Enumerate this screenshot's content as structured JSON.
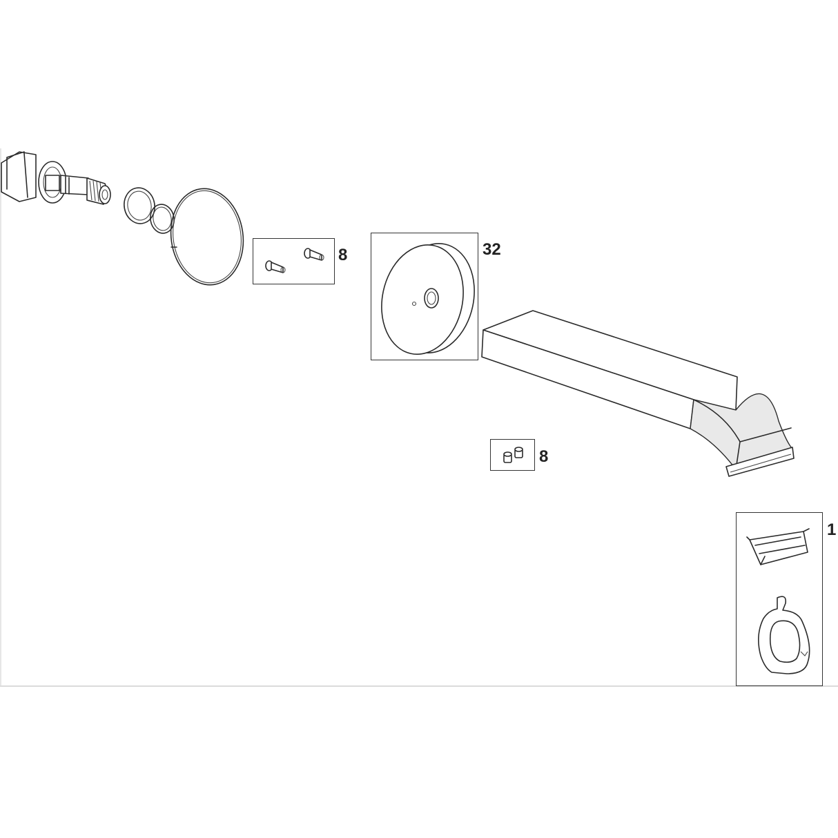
{
  "callouts": {
    "screws_qty": "8",
    "escutcheon_qty": "32",
    "caps_qty": "8",
    "aerator_kit_qty": "1"
  }
}
